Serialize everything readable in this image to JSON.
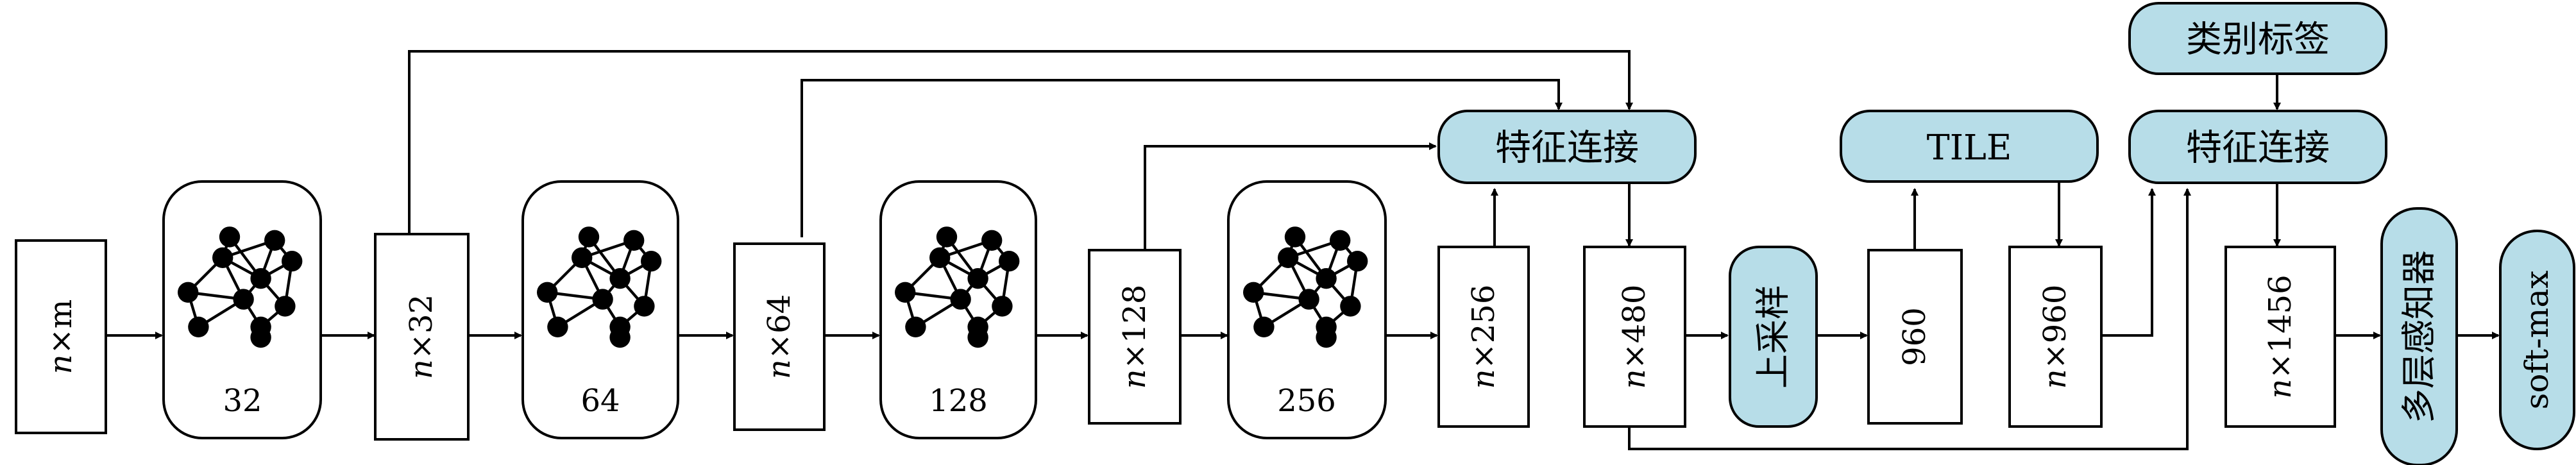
{
  "blocks": {
    "input": {
      "var": "n",
      "op": "×",
      "num": "m"
    },
    "feat32": {
      "var": "n",
      "op": "×",
      "num": "32"
    },
    "feat64": {
      "var": "n",
      "op": "×",
      "num": "64"
    },
    "feat128": {
      "var": "n",
      "op": "×",
      "num": "128"
    },
    "feat256": {
      "var": "n",
      "op": "×",
      "num": "256"
    },
    "feat480": {
      "var": "n",
      "op": "×",
      "num": "480"
    },
    "feat960_plain": "960",
    "feat960": {
      "var": "n",
      "op": "×",
      "num": "960"
    },
    "feat1456": {
      "var": "n",
      "op": "×",
      "num": "1456"
    }
  },
  "graph_layers": [
    "32",
    "64",
    "128",
    "256"
  ],
  "concat1": "特征连接",
  "concat2": "特征连接",
  "tile": "TILE",
  "class_label": "类别标签",
  "upsample": "上采样",
  "mlp": "多层感知器",
  "softmax": "soft-max",
  "colors": {
    "node_fill": "#b7dde8",
    "stroke": "#000000"
  }
}
